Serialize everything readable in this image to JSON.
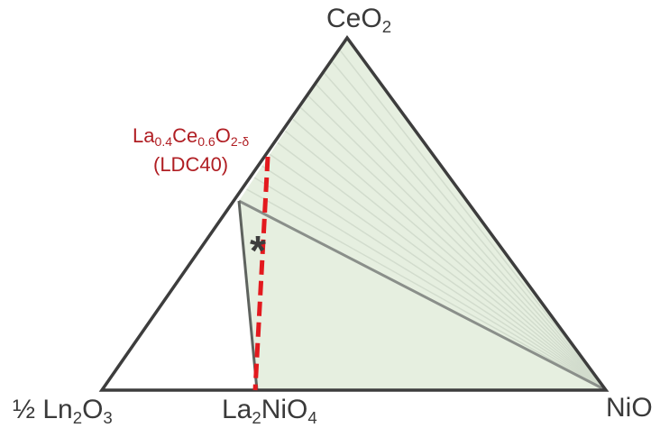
{
  "diagram": {
    "vertices": {
      "top": {
        "base": "CeO",
        "sub": "2"
      },
      "left": {
        "pre": "½ Ln",
        "sub1": "2",
        "mid": "O",
        "sub2": "3"
      },
      "right": {
        "text": "NiO"
      }
    },
    "bottom_phase": {
      "pre": "La",
      "sub1": "2",
      "mid": "NiO",
      "sub2": "4"
    },
    "composition_label": {
      "a": "La",
      "a_sub": "0.4",
      "b": "Ce",
      "b_sub": "0.6",
      "c": "O",
      "c_sub": "2-δ",
      "line2": "(LDC40)"
    },
    "marker": "*",
    "colors": {
      "triangle_edge": "#3d3d3d",
      "phase_fill": "#e6efe0",
      "tie_line": "#d2dccd",
      "boundary_line": "#8a8f8a",
      "dashed_line": "#e3191e",
      "label_red": "#b01e23"
    }
  }
}
